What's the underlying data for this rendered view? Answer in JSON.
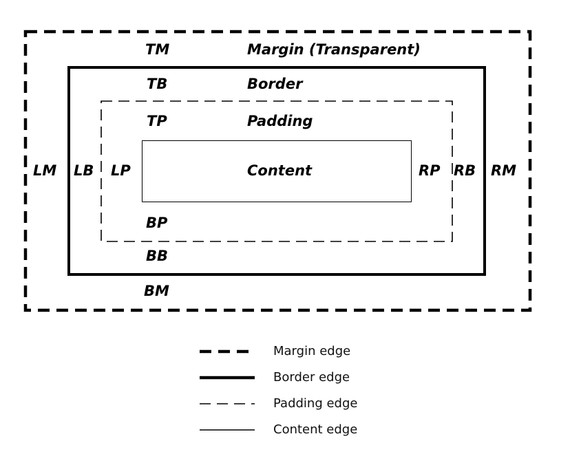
{
  "diagram": {
    "margin": {
      "title": "Margin (Transparent)",
      "top": "TM",
      "bottom": "BM",
      "left": "LM",
      "right": "RM"
    },
    "border": {
      "title": "Border",
      "top": "TB",
      "bottom": "BB",
      "left": "LB",
      "right": "RB"
    },
    "padding": {
      "title": "Padding",
      "top": "TP",
      "bottom": "BP",
      "left": "LP",
      "right": "RP"
    },
    "content": {
      "title": "Content"
    }
  },
  "legend": {
    "margin_edge": "Margin edge",
    "border_edge": "Border edge",
    "padding_edge": "Padding edge",
    "content_edge": "Content edge"
  }
}
